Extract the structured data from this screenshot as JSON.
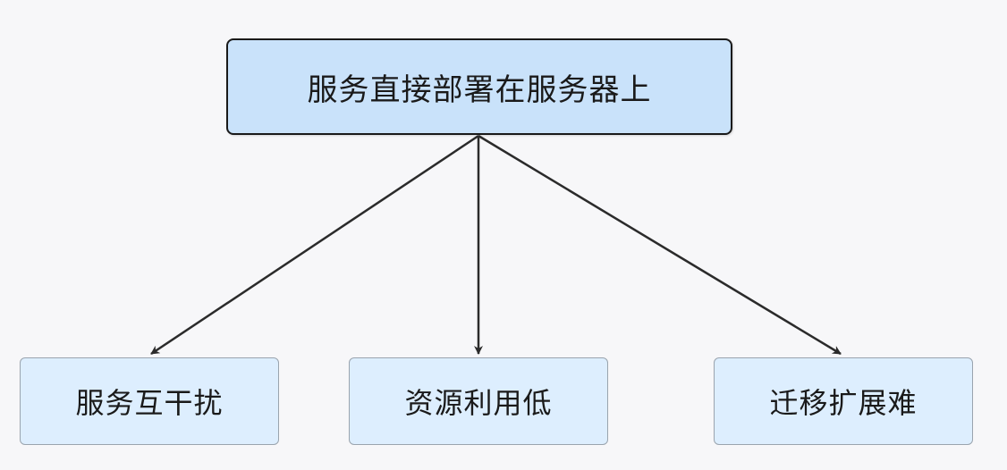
{
  "diagram": {
    "root": {
      "label": "服务直接部署在服务器上"
    },
    "children": [
      {
        "label": "服务互干扰"
      },
      {
        "label": "资源利用低"
      },
      {
        "label": "迁移扩展难"
      }
    ]
  },
  "colors": {
    "root_fill": "#c9e2fa",
    "child_fill": "#ddeefe",
    "arrow": "#2b2b2b"
  }
}
